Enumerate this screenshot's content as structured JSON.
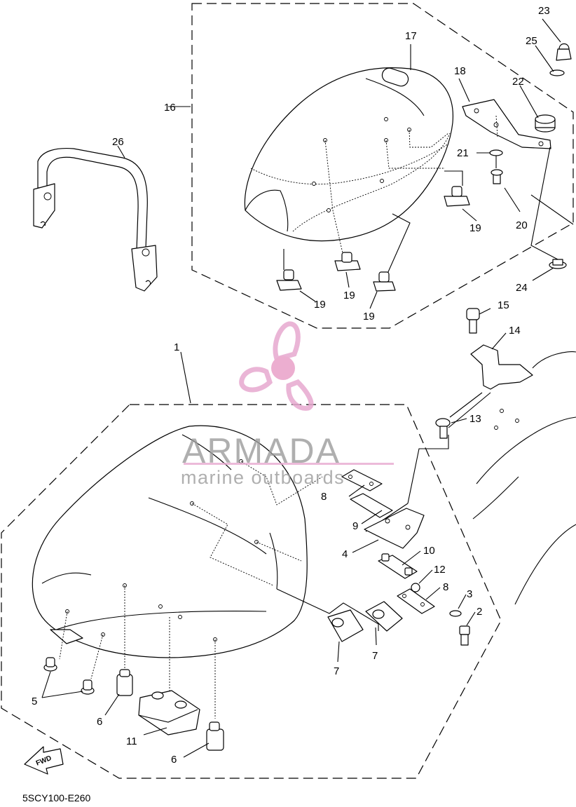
{
  "diagram": {
    "drawing_code": "5SCY100-E260",
    "direction_label": "FWD",
    "watermark": {
      "brand": "ARMADA",
      "tagline": "marine outboards",
      "logo_color": "#e7a9cf",
      "logo_hub_color": "#e9a0c8"
    },
    "labels": {
      "p1": "1",
      "p2": "2",
      "p3": "3",
      "p4": "4",
      "p5": "5",
      "p6a": "6",
      "p6b": "6",
      "p7a": "7",
      "p7b": "7",
      "p8a": "8",
      "p8b": "8",
      "p9": "9",
      "p10": "10",
      "p11": "11",
      "p12": "12",
      "p13": "13",
      "p14": "14",
      "p15": "15",
      "p16": "16",
      "p17": "17",
      "p18": "18",
      "p19a": "19",
      "p19b": "19",
      "p19c": "19",
      "p19d": "19",
      "p20": "20",
      "p21": "21",
      "p22": "22",
      "p23": "23",
      "p24": "24",
      "p25": "25",
      "p26": "26"
    }
  }
}
